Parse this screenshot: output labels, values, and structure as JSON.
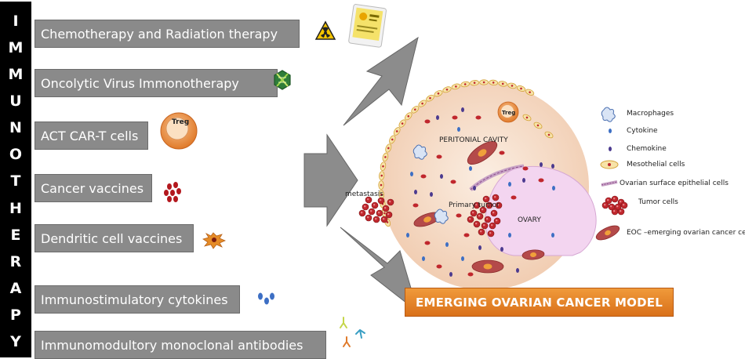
{
  "side_title": [
    "I",
    "M",
    "M",
    "U",
    "N",
    "O",
    "T",
    "H",
    "E",
    "R",
    "A",
    "P",
    "Y"
  ],
  "therapies": [
    {
      "label": "Chemotherapy and Radiation therapy"
    },
    {
      "label": "Oncolytic Virus Immonotherapy"
    },
    {
      "label": "ACT CAR-T cells"
    },
    {
      "label": "Cancer vaccines"
    },
    {
      "label": "Dendritic cell vaccines"
    },
    {
      "label": "Immunostimulatory cytokines"
    },
    {
      "label": "Immunomodultory monoclonal antibodies"
    }
  ],
  "icons": {
    "treg_badge": "Treg",
    "treg_small": "Treg"
  },
  "diagram": {
    "cavity_label": "PERITONIAL CAVITY",
    "metastasis_label": "metastasis",
    "primary_tumor_label": "Primary tumor",
    "ovary_label": "OVARY"
  },
  "legend": [
    {
      "label": "Macrophages"
    },
    {
      "label": "Cytokine"
    },
    {
      "label": "Chemokine"
    },
    {
      "label": "Mesothelial cells"
    },
    {
      "label": "Ovarian surface epithelial cells"
    },
    {
      "label": "Tumor cells"
    },
    {
      "label": "EOC –emerging ovarian cancer cells"
    }
  ],
  "model_title": "EMERGING OVARIAN CANCER MODEL",
  "colors": {
    "box_gray": "#8a8a8a",
    "banner_orange": "#e8842a",
    "cavity_fill": "#f6dcc6",
    "ovary_fill": "#f3d5f0",
    "tumor_red": "#c0272d",
    "chemokine_purple": "#4b3a8f",
    "cytokine_blue": "#3d6fc4"
  }
}
